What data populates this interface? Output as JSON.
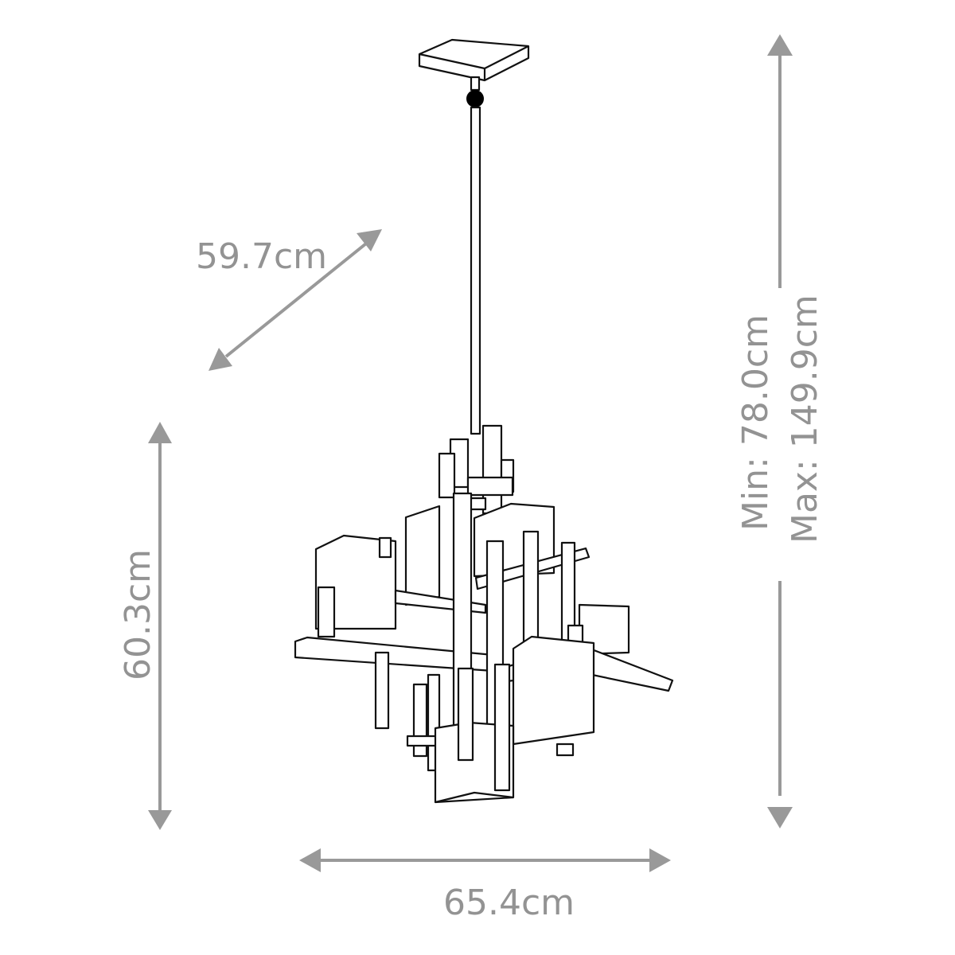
{
  "diagram": {
    "type": "product-dimension-drawing",
    "subject": "pendant chandelier line drawing",
    "colors": {
      "background": "#ffffff",
      "dimension": "#999999",
      "outline": "#111111"
    },
    "dimensions": {
      "depth": {
        "label": "59.7cm",
        "orientation": "diagonal"
      },
      "height_body": {
        "label": "60.3cm",
        "orientation": "vertical"
      },
      "width": {
        "label": "65.4cm",
        "orientation": "horizontal"
      },
      "overall_height": {
        "min_label": "Min: 78.0cm",
        "max_label": "Max: 149.9cm",
        "orientation": "vertical"
      }
    }
  }
}
